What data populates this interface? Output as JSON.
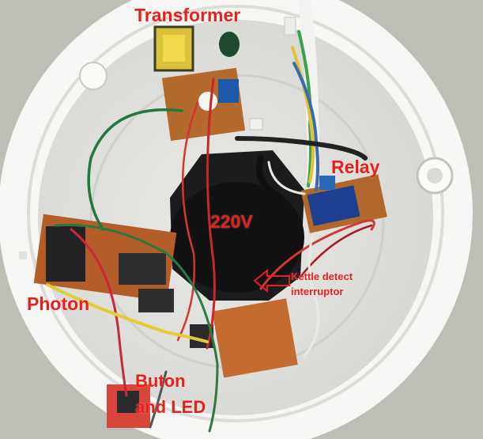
{
  "photo": {
    "labels": {
      "transformer": "Transformer",
      "relay": "Relay",
      "voltage": "220V",
      "kettle_line1": "Kettle detect",
      "kettle_line2": "interruptor",
      "photon": "Photon",
      "button_line1": "Buton",
      "button_line2": "and LED"
    },
    "colors": {
      "label": "#e8201c",
      "housing": "#f4f4f2",
      "background": "#bdbfb6",
      "pcb": "#c8642a"
    }
  }
}
